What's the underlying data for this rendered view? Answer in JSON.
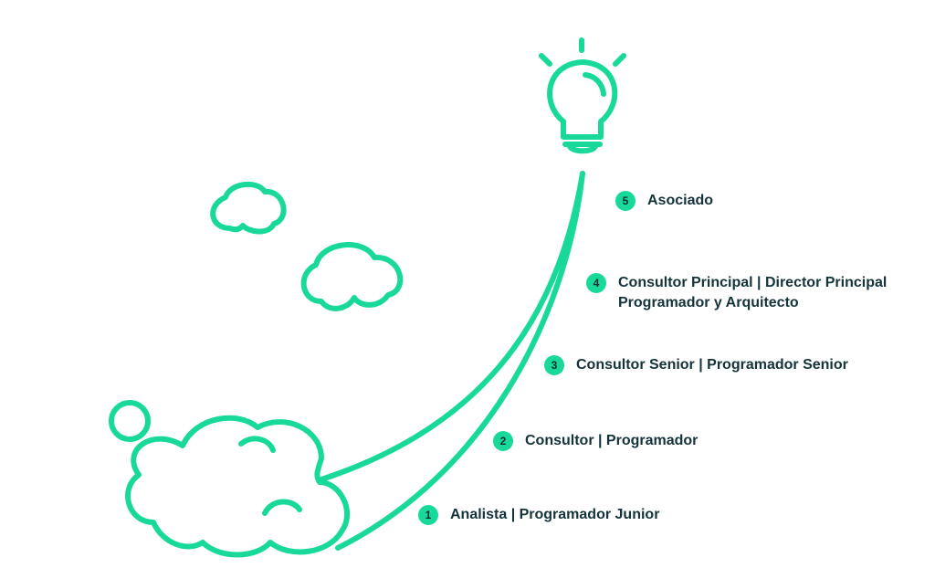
{
  "colors": {
    "accent": "#19d99a",
    "text": "#14333b"
  },
  "icons": [
    "lightbulb-icon",
    "cloud-icon",
    "smoke-cloud-icon",
    "bubble-icon",
    "trajectory-line"
  ],
  "steps": [
    {
      "number": "1",
      "lines": [
        "Analista | Programador Junior"
      ]
    },
    {
      "number": "2",
      "lines": [
        "Consultor | Programador"
      ]
    },
    {
      "number": "3",
      "lines": [
        "Consultor Senior | Programador Senior"
      ]
    },
    {
      "number": "4",
      "lines": [
        "Consultor Principal | Director Principal",
        "Programador y Arquitecto"
      ]
    },
    {
      "number": "5",
      "lines": [
        "Asociado"
      ]
    }
  ]
}
